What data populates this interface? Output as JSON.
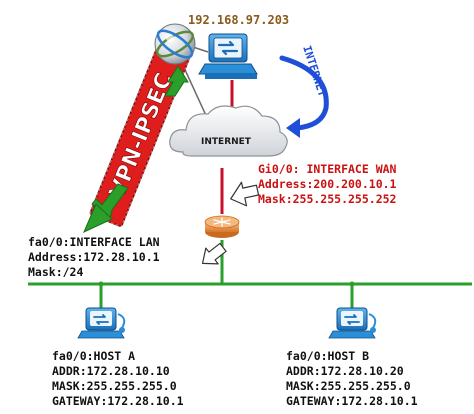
{
  "public_host": {
    "ip": "192.168.97.203"
  },
  "internet_label": "INTERNET",
  "cloud_label": "INTERNET",
  "vpn_label": "VPN-IPSEC",
  "wan_interface": {
    "name": "Gi0/0: INTERFACE WAN",
    "address": "Address:200.200.10.1",
    "mask": "Mask:255.255.255.252"
  },
  "lan_interface": {
    "name": "fa0/0:INTERFACE LAN",
    "address": "Address:172.28.10.1",
    "mask": "Mask:/24"
  },
  "host_a": {
    "name": "fa0/0:HOST A",
    "addr": "ADDR:172.28.10.10",
    "mask": "MASK:255.255.255.0",
    "gateway": "GATEWAY:172.28.10.1"
  },
  "host_b": {
    "name": "fa0/0:HOST B",
    "addr": "ADDR:172.28.10.20",
    "mask": "MASK:255.255.255.0",
    "gateway": "GATEWAY:172.28.10.1"
  },
  "colors": {
    "link_red": "#c8102e",
    "lan_green": "#2aa02a",
    "ip_brown": "#8a5a1a",
    "internet_blue": "#1f4fd8",
    "wan_text_red": "#cc1111",
    "vpn_red": "#e01d1d"
  }
}
